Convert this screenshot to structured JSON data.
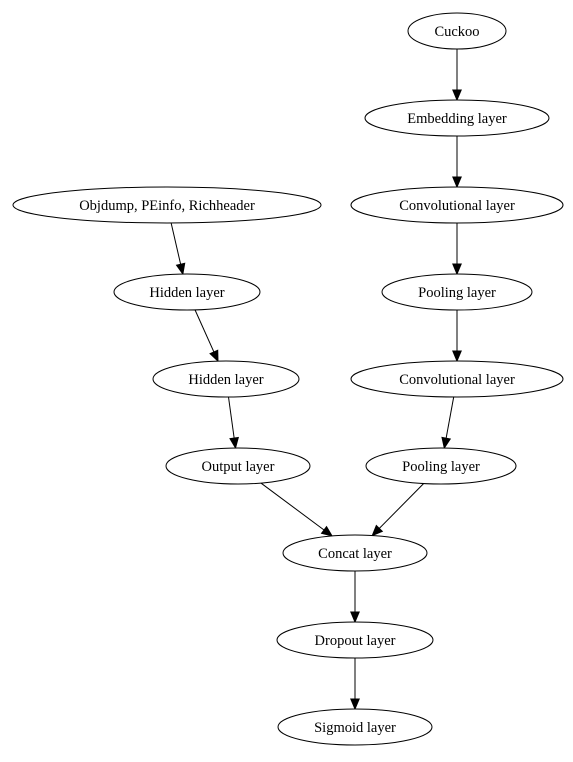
{
  "nodes": [
    {
      "id": "cuckoo",
      "label": "Cuckoo"
    },
    {
      "id": "embedding",
      "label": "Embedding layer"
    },
    {
      "id": "conv1",
      "label": "Convolutional layer"
    },
    {
      "id": "pool1",
      "label": "Pooling layer"
    },
    {
      "id": "conv2",
      "label": "Convolutional layer"
    },
    {
      "id": "pool2",
      "label": "Pooling layer"
    },
    {
      "id": "static",
      "label": "Objdump, PEinfo, Richheader"
    },
    {
      "id": "hidden1",
      "label": "Hidden layer"
    },
    {
      "id": "hidden2",
      "label": "Hidden layer"
    },
    {
      "id": "output",
      "label": "Output layer"
    },
    {
      "id": "concat",
      "label": "Concat layer"
    },
    {
      "id": "dropout",
      "label": "Dropout layer"
    },
    {
      "id": "sigmoid",
      "label": "Sigmoid layer"
    }
  ],
  "edges": [
    {
      "from": "cuckoo",
      "to": "embedding"
    },
    {
      "from": "embedding",
      "to": "conv1"
    },
    {
      "from": "conv1",
      "to": "pool1"
    },
    {
      "from": "pool1",
      "to": "conv2"
    },
    {
      "from": "conv2",
      "to": "pool2"
    },
    {
      "from": "static",
      "to": "hidden1"
    },
    {
      "from": "hidden1",
      "to": "hidden2"
    },
    {
      "from": "hidden2",
      "to": "output"
    },
    {
      "from": "output",
      "to": "concat"
    },
    {
      "from": "pool2",
      "to": "concat"
    },
    {
      "from": "concat",
      "to": "dropout"
    },
    {
      "from": "dropout",
      "to": "sigmoid"
    }
  ]
}
